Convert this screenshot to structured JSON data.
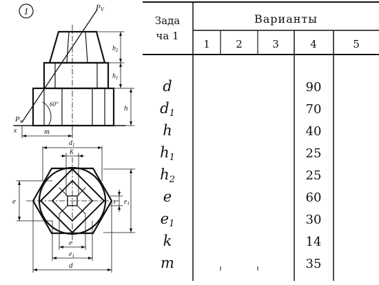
{
  "drawing": {
    "task_number": "1",
    "labels": {
      "p_v": "P",
      "p_v_sub": "V",
      "p_x": "P",
      "p_x_sub": "x",
      "x": "x",
      "angle": "60°",
      "h2": "h",
      "h2_sub": "2",
      "h1": "h",
      "h1_sub": "1",
      "h": "h",
      "m": "m",
      "d1": "d",
      "d1_sub": "1",
      "k": "K",
      "e": "e",
      "x2": "x",
      "e1": "e",
      "e1_sub": "1",
      "e_bottom": "e",
      "e1_bottom": "e",
      "e1_bottom_sub": "1",
      "d": "d"
    }
  },
  "table": {
    "header_task_line1": "Зада",
    "header_task_line2": "ча 1",
    "header_variants": "Варианты",
    "variants": [
      "1",
      "2",
      "3",
      "4",
      "5"
    ],
    "rows": [
      {
        "param": "d",
        "sub": "",
        "value": "90"
      },
      {
        "param": "d",
        "sub": "1",
        "value": "70"
      },
      {
        "param": "h",
        "sub": "",
        "value": "40"
      },
      {
        "param": "h",
        "sub": "1",
        "value": "25"
      },
      {
        "param": "h",
        "sub": "2",
        "value": "25"
      },
      {
        "param": "e",
        "sub": "",
        "value": "60"
      },
      {
        "param": "e",
        "sub": "1",
        "value": "30"
      },
      {
        "param": "k",
        "sub": "",
        "value": "14"
      },
      {
        "param": "m",
        "sub": "",
        "value": "35"
      }
    ]
  }
}
